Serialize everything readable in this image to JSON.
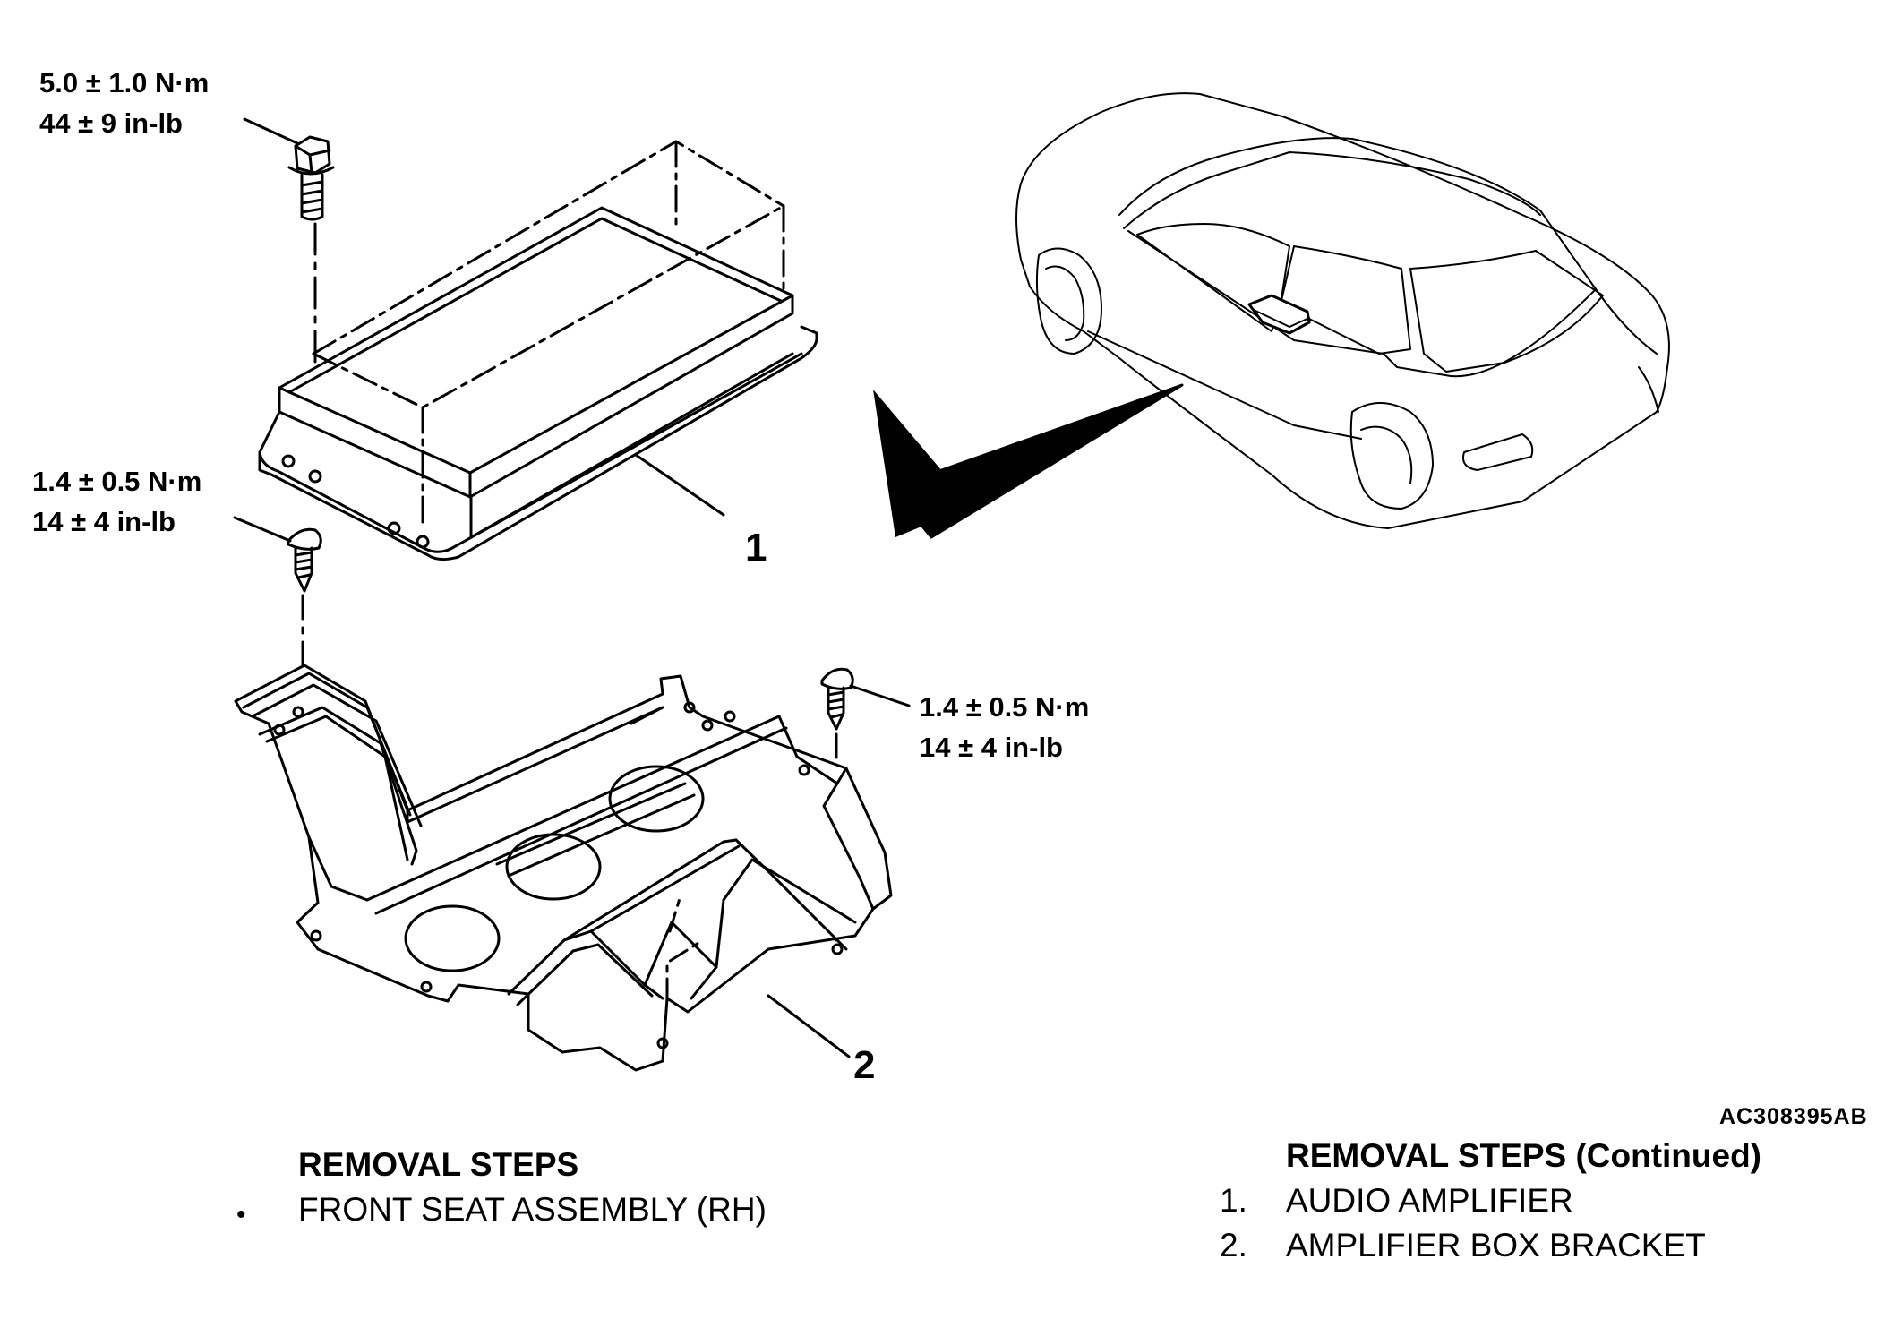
{
  "torque_specs": {
    "bolt_top": {
      "metric": "5.0 ± 1.0 N·m",
      "imperial": "44 ± 9 in-lb"
    },
    "screw_left": {
      "metric": "1.4 ± 0.5 N·m",
      "imperial": "14 ± 4 in-lb"
    },
    "screw_right": {
      "metric": "1.4 ± 0.5 N·m",
      "imperial": "14 ± 4 in-lb"
    }
  },
  "callouts": {
    "one": "1",
    "two": "2"
  },
  "figure_code": "AC308395AB",
  "removal_steps": {
    "title": "REMOVAL STEPS",
    "bullet": "•",
    "item": "FRONT SEAT ASSEMBLY (RH)"
  },
  "removal_steps_continued": {
    "title": "REMOVAL STEPS (Continued)",
    "items": [
      {
        "num": "1.",
        "label": "AUDIO AMPLIFIER"
      },
      {
        "num": "2.",
        "label": "AMPLIFIER BOX BRACKET"
      }
    ]
  },
  "colors": {
    "line": "#000000",
    "background": "#ffffff"
  }
}
